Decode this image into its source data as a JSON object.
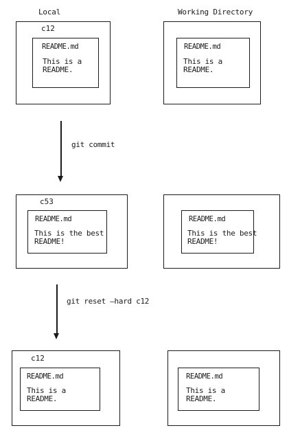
{
  "headers": {
    "local": "Local",
    "working_directory": "Working Directory"
  },
  "steps": [
    {
      "local": {
        "commit": "c12",
        "file_name": "README.md",
        "content": "This is a\nREADME."
      },
      "working": {
        "file_name": "README.md",
        "content": "This is a\nREADME."
      }
    },
    {
      "local": {
        "commit": "c53",
        "file_name": "README.md",
        "content": "This is the best\nREADME!"
      },
      "working": {
        "file_name": "README.md",
        "content": "This is the best\nREADME!"
      }
    },
    {
      "local": {
        "commit": "c12",
        "file_name": "README.md",
        "content": "This is a\nREADME."
      },
      "working": {
        "file_name": "README.md",
        "content": "This is a\nREADME."
      }
    }
  ],
  "transitions": [
    {
      "command": "git commit"
    },
    {
      "command": "git reset —hard c12"
    }
  ]
}
